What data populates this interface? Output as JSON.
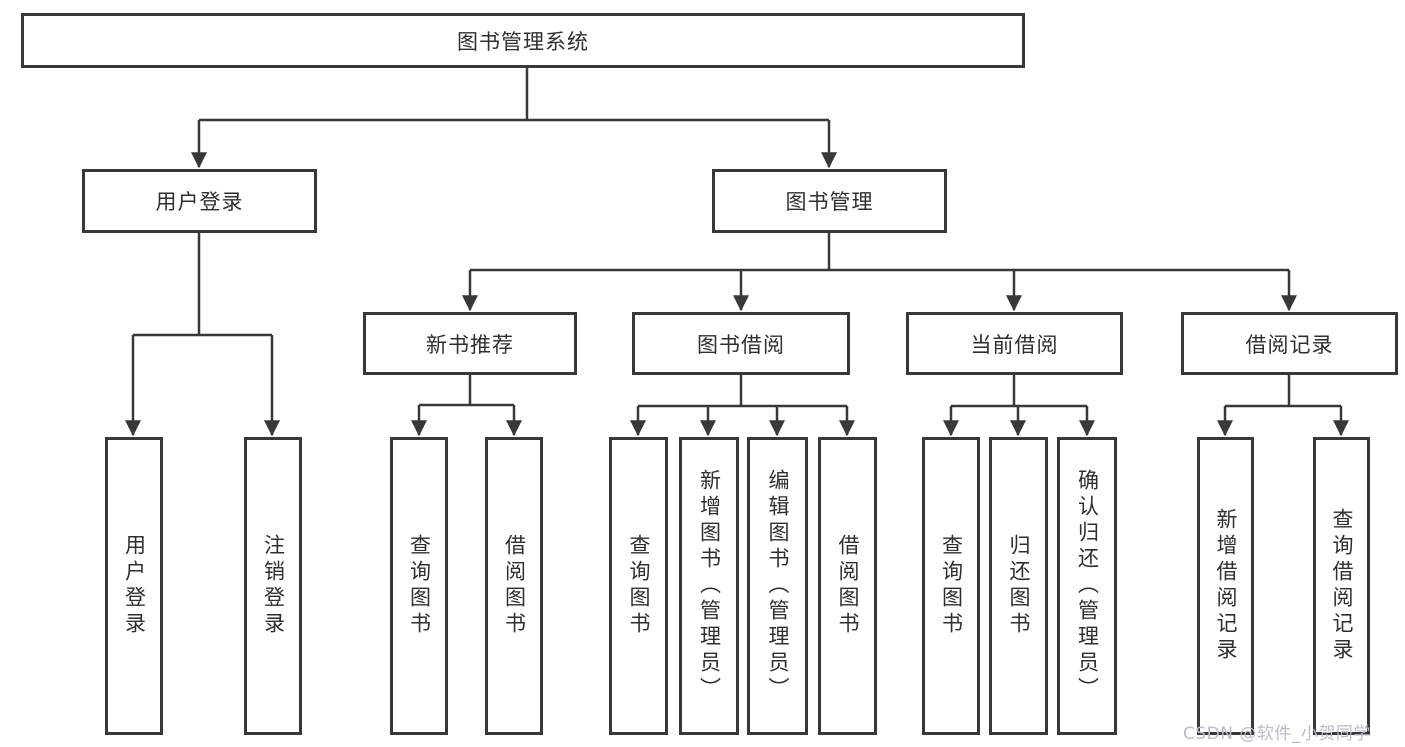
{
  "diagram": {
    "root": {
      "label": "图书管理系统"
    },
    "branches": [
      {
        "label": "用户登录",
        "children": [
          {
            "label": "用户登录"
          },
          {
            "label": "注销登录"
          }
        ]
      },
      {
        "label": "图书管理",
        "children": [
          {
            "label": "新书推荐",
            "children": [
              {
                "label": "查询图书"
              },
              {
                "label": "借阅图书"
              }
            ]
          },
          {
            "label": "图书借阅",
            "children": [
              {
                "label": "查询图书"
              },
              {
                "label": "新增图书（管理员）"
              },
              {
                "label": "编辑图书（管理员）"
              },
              {
                "label": "借阅图书"
              }
            ]
          },
          {
            "label": "当前借阅",
            "children": [
              {
                "label": "查询图书"
              },
              {
                "label": "归还图书"
              },
              {
                "label": "确认归还（管理员）"
              }
            ]
          },
          {
            "label": "借阅记录",
            "children": [
              {
                "label": "新增借阅记录"
              },
              {
                "label": "查询借阅记录"
              }
            ]
          }
        ]
      }
    ],
    "watermark": "CSDN @软件_小贺同学",
    "colors": {
      "line": "#383838",
      "text": "#2f2f2f",
      "background": "#ffffff",
      "watermark": "#b9bec6"
    }
  }
}
